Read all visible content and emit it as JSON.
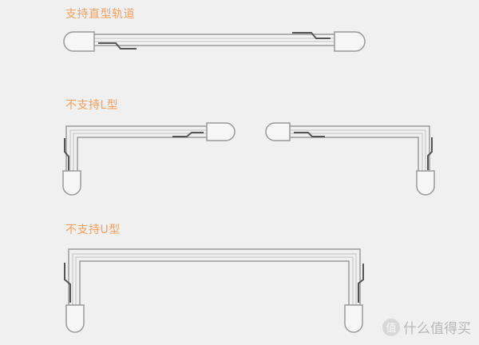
{
  "sections": [
    {
      "title": "支持直型轨道",
      "type": "straight"
    },
    {
      "title": "不支持L型",
      "type": "L"
    },
    {
      "title": "不支持U型",
      "type": "U"
    }
  ],
  "colors": {
    "label": "#f0a060",
    "background": "#f0f0f0",
    "rail_outline": "#a0a0a0",
    "motor_line": "#555555"
  },
  "watermark": {
    "badge": "值",
    "text": "什么值得买"
  }
}
